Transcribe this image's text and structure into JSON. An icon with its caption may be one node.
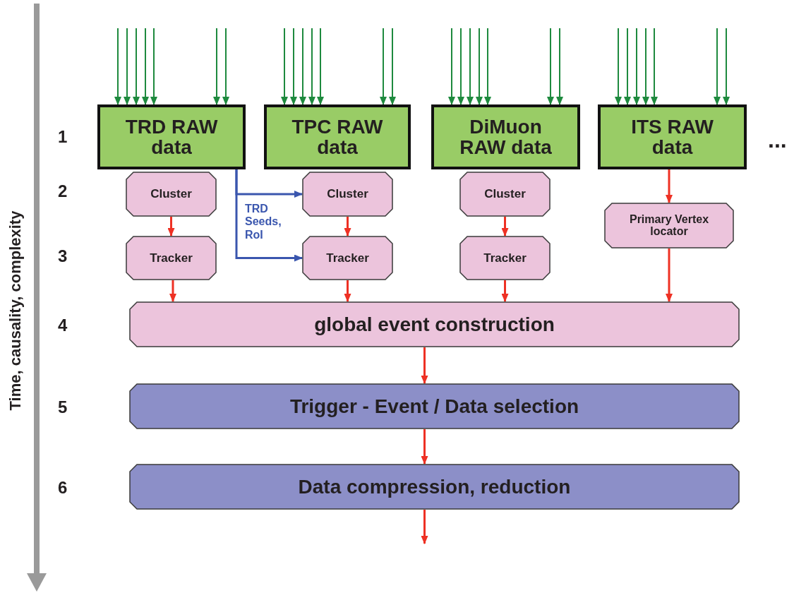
{
  "diagram": {
    "nodes": [
      {
        "text": [
          "TRD RAW data"
        ]
      },
      {
        "text": [
          "TPC RAW data"
        ]
      },
      {
        "text": [
          "DiMuon RAW data"
        ]
      },
      {
        "text": [
          "ITS RAW data"
        ]
      },
      {
        "text": [
          "Cluster"
        ]
      },
      {
        "text": [
          "Cluster"
        ]
      },
      {
        "text": [
          "Cluster"
        ]
      },
      {
        "text": [
          "Primary Vertex locator"
        ]
      },
      {
        "text": [
          "Tracker"
        ]
      },
      {
        "text": [
          "Tracker"
        ]
      },
      {
        "text": [
          "Tracker"
        ]
      },
      {
        "text": [
          "global event construction"
        ]
      },
      {
        "text": [
          "Trigger - Event / Data selection"
        ]
      },
      {
        "text": [
          "Data compression, reduction"
        ]
      }
    ],
    "edges": [
      {
        "from": null,
        "to": 0,
        "arrow": "to"
      },
      {
        "from": null,
        "to": 0,
        "arrow": "to"
      },
      {
        "from": null,
        "to": 0,
        "arrow": "to"
      },
      {
        "from": null,
        "to": 0,
        "arrow": "to"
      },
      {
        "from": null,
        "to": 0,
        "arrow": "to"
      },
      {
        "from": null,
        "to": 0,
        "arrow": "to"
      },
      {
        "from": null,
        "to": 0,
        "arrow": "to"
      },
      {
        "from": null,
        "to": 1,
        "arrow": "to"
      },
      {
        "from": null,
        "to": 1,
        "arrow": "to"
      },
      {
        "from": null,
        "to": 1,
        "arrow": "to"
      },
      {
        "from": null,
        "to": 1,
        "arrow": "to"
      },
      {
        "from": null,
        "to": 1,
        "arrow": "to"
      },
      {
        "from": null,
        "to": 1,
        "arrow": "to"
      },
      {
        "from": null,
        "to": 1,
        "arrow": "to"
      },
      {
        "from": null,
        "to": 2,
        "arrow": "to"
      },
      {
        "from": null,
        "to": 2,
        "arrow": "to"
      },
      {
        "from": null,
        "to": 2,
        "arrow": "to"
      },
      {
        "from": null,
        "to": 2,
        "arrow": "to"
      },
      {
        "from": null,
        "to": 2,
        "arrow": "to"
      },
      {
        "from": null,
        "to": 2,
        "arrow": "to"
      },
      {
        "from": null,
        "to": 2,
        "arrow": "to"
      },
      {
        "from": null,
        "to": 3,
        "arrow": "to"
      },
      {
        "from": null,
        "to": 3,
        "arrow": "to"
      },
      {
        "from": null,
        "to": 3,
        "arrow": "to"
      },
      {
        "from": null,
        "to": 3,
        "arrow": "to"
      },
      {
        "from": null,
        "to": 3,
        "arrow": "to"
      },
      {
        "from": null,
        "to": 3,
        "arrow": "to"
      },
      {
        "from": null,
        "to": 3,
        "arrow": "to"
      },
      {
        "from": 0,
        "to": 5,
        "arrow": "to",
        "label": "TRD Seeds, RoI",
        "color": "#3a56ae"
      },
      {
        "from": 0,
        "to": 9,
        "arrow": "to",
        "color": "#3a56ae"
      },
      {
        "from": 4,
        "to": 8,
        "arrow": "to",
        "color": "#ee3124"
      },
      {
        "from": 5,
        "to": 9,
        "arrow": "to",
        "color": "#ee3124"
      },
      {
        "from": 6,
        "to": 10,
        "arrow": "to",
        "color": "#ee3124"
      },
      {
        "from": 3,
        "to": 7,
        "arrow": "to",
        "color": "#ee3124"
      },
      {
        "from": 8,
        "to": 11,
        "arrow": "to",
        "color": "#ee3124"
      },
      {
        "from": 9,
        "to": 11,
        "arrow": "to",
        "color": "#ee3124"
      },
      {
        "from": 10,
        "to": 11,
        "arrow": "to",
        "color": "#ee3124"
      },
      {
        "from": 7,
        "to": 11,
        "arrow": "to",
        "color": "#ee3124"
      },
      {
        "from": 11,
        "to": 12,
        "arrow": "to",
        "color": "#ee3124"
      },
      {
        "from": 12,
        "to": 13,
        "arrow": "to",
        "color": "#ee3124"
      },
      {
        "from": 13,
        "to": null,
        "arrow": "to",
        "color": "#ee3124"
      }
    ],
    "labels": [
      "1",
      "2",
      "3",
      "4",
      "5",
      "6",
      "...",
      "Time, causality, complexity"
    ]
  }
}
